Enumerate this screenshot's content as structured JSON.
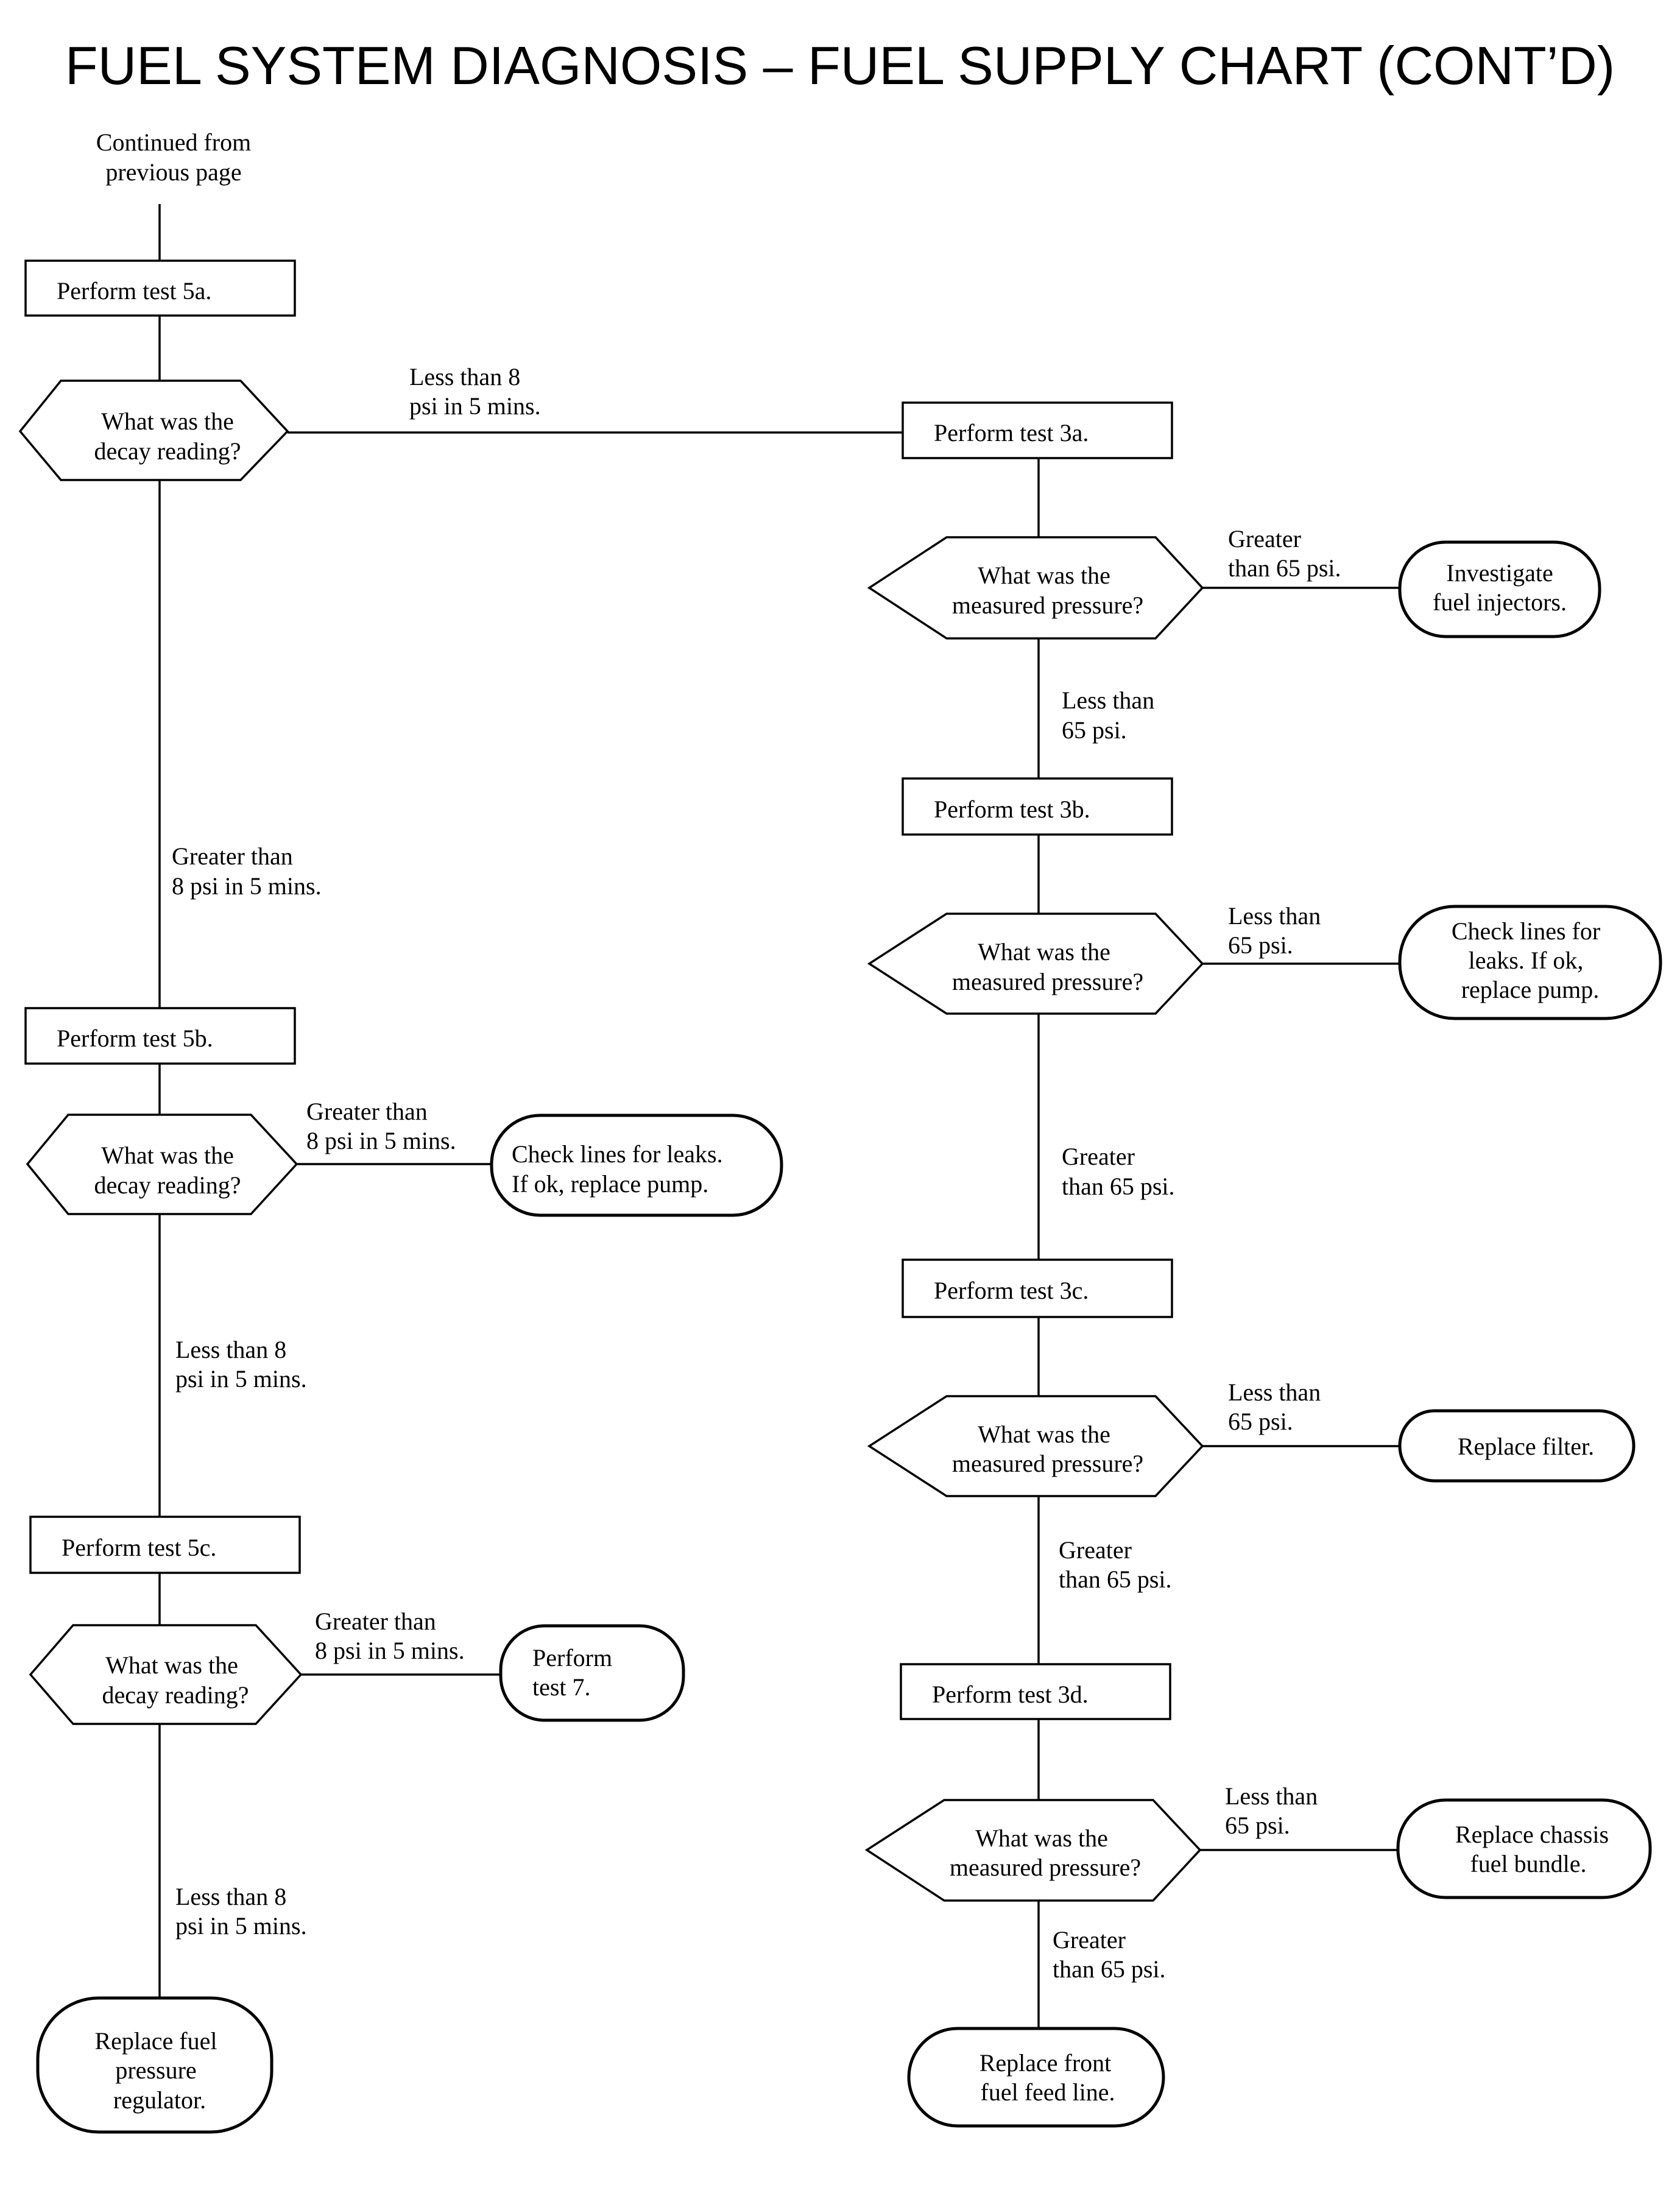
{
  "title": "FUEL SYSTEM DIAGNOSIS – FUEL SUPPLY CHART (CONT’D)",
  "start": [
    "Continued from",
    "previous page"
  ],
  "left": {
    "box_5a": "Perform test  5a.",
    "q1": [
      "What was the",
      "decay reading?"
    ],
    "q1_right": [
      "Less than 8",
      "psi in 5 mins."
    ],
    "q1_down": [
      "Greater than",
      "8 psi in 5 mins."
    ],
    "box_5b": "Perform test  5b.",
    "q2": [
      "What was the",
      "decay reading?"
    ],
    "q2_right": [
      "Greater than",
      "8 psi in 5 mins."
    ],
    "end_q2": [
      "Check lines for leaks.",
      "If ok, replace pump."
    ],
    "q2_down": [
      "Less than 8",
      "psi in 5 mins."
    ],
    "box_5c": "Perform test  5c.",
    "q3": [
      "What was the",
      "decay reading?"
    ],
    "q3_right": [
      "Greater than",
      "8 psi in 5 mins."
    ],
    "end_q3": [
      "Perform",
      "test 7."
    ],
    "q3_down": [
      "Less than 8",
      "psi in 5 mins."
    ],
    "end_final": [
      "Replace fuel",
      "pressure",
      "regulator."
    ]
  },
  "right": {
    "box_3a": "Perform test  3a.",
    "q4": [
      "What was the",
      "measured pressure?"
    ],
    "q4_right": [
      "Greater",
      "than 65 psi."
    ],
    "end_q4": [
      "Investigate",
      "fuel injectors."
    ],
    "q4_down": [
      "Less than",
      "65 psi."
    ],
    "box_3b": "Perform test  3b.",
    "q5": [
      "What was the",
      "measured pressure?"
    ],
    "q5_right": [
      "Less than",
      "65 psi."
    ],
    "end_q5": [
      "Check lines for",
      "leaks. If ok,",
      "replace pump."
    ],
    "q5_down": [
      "Greater",
      "than 65 psi."
    ],
    "box_3c": "Perform test  3c.",
    "q6": [
      "What was the",
      "measured pressure?"
    ],
    "q6_right": [
      "Less than",
      "65 psi."
    ],
    "end_q6": [
      "Replace filter."
    ],
    "q6_down": [
      "Greater",
      "than 65 psi."
    ],
    "box_3d": "Perform test  3d.",
    "q7": [
      "What was the",
      "measured pressure?"
    ],
    "q7_right": [
      "Less than",
      "65 psi."
    ],
    "end_q7": [
      "Replace chassis",
      "fuel bundle."
    ],
    "q7_down": [
      "Greater",
      "than 65 psi."
    ],
    "end_final": [
      "Replace front",
      "fuel feed line."
    ]
  }
}
